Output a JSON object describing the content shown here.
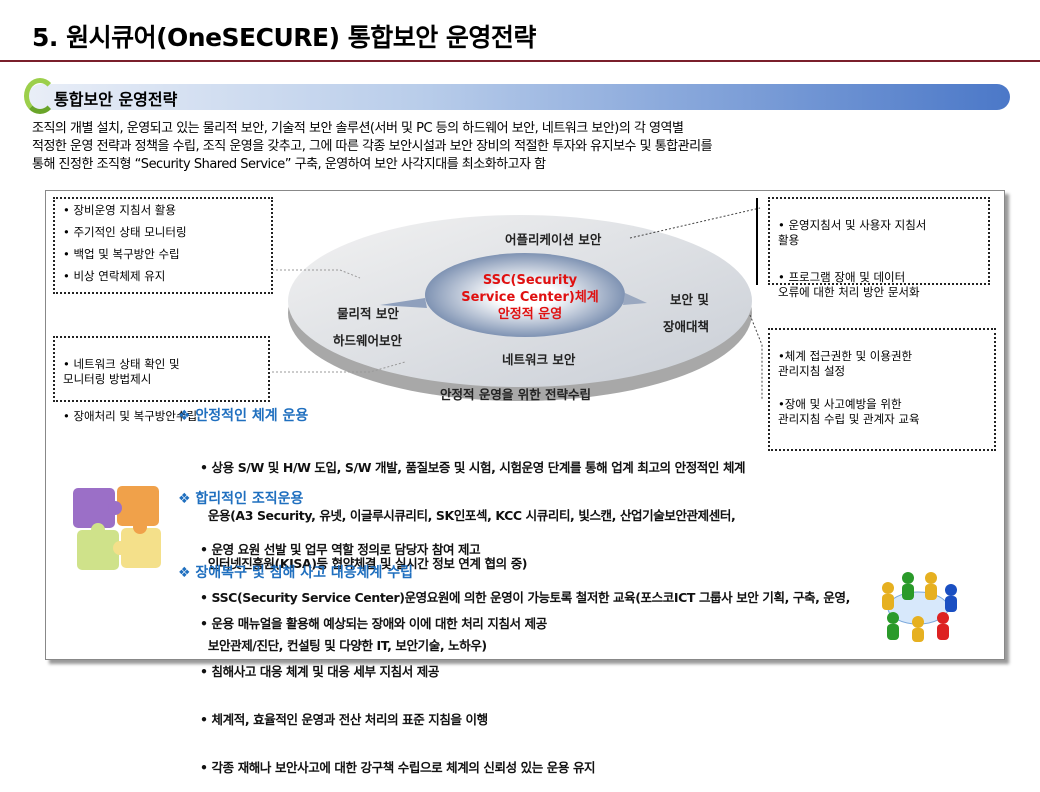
{
  "title": "5. 원시큐어(OneSECURE) 통합보안 운영전략",
  "section_title": "통합보안 운영전략",
  "intro": [
    "조직의 개별 설치, 운영되고 있는 물리적 보안, 기술적 보안 솔루션(서버 및 PC 등의 하드웨어 보안, 네트워크 보안)의 각 영역별",
    "적정한 운영 전략과 정책을 수립, 조직 운영을 갖추고, 그에 따른 각종 보안시설과 보안 장비의 적절한 투자와 유지보수 및 통합관리를",
    "통해 진정한 조직형 “Security Shared Service” 구축, 운영하여 보안 사각지대를 최소화하고자 함"
  ],
  "boxes": {
    "top_left": [
      "• 장비운영 지침서 활용",
      "• 주기적인 상태 모니터링",
      "• 백업 및 복구방안 수립",
      "• 비상 연락체제 유지"
    ],
    "bottom_left": [
      "• 네트워크 상태 확인 및\n  모니터링 방법제시",
      "• 장애처리 및 복구방안수립"
    ],
    "top_right": [
      "• 운영지침서 및 사용자 지침서\n  활용",
      "• 프로그램 장애 및 데이터\n  오류에 대한 처리 방안 문서화"
    ],
    "bottom_right": [
      "•체계 접근권한 및 이용권한\n 관리지침 설정",
      "•장애 및 사고예방을 위한\n 관리지침 수립 및 관계자 교육"
    ]
  },
  "diagram": {
    "app": "어플리케이션 보안",
    "physical": "물리적 보안",
    "hardware": "하드웨어보안",
    "security": "보안 및",
    "incident": "장애대책",
    "network": "네트워크 보안",
    "caption": "안정적 운영을 위한 전략수립",
    "center": [
      "SSC(Security",
      "Service Center)체계",
      "안정적 운영"
    ]
  },
  "sections": [
    {
      "heading": "❖ 안정적인 체계 운용",
      "items": [
        "• 상용 S/W 및 H/W 도입, S/W 개발, 품질보증 및 시험, 시험운영 단계를 통해 업계 최고의 안정적인 체계",
        "  운용(A3 Security, 유넷, 이글루시큐리티, SK인포섹, KCC 시큐리티, 빛스캔, 산업기술보안관제센터,",
        "  인터넷진흥원(KISA)등 협약체결 및 실시간 정보 연계 협의 중)"
      ]
    },
    {
      "heading": "❖ 합리적인 조직운용",
      "items": [
        "• 운영 요원 선발 및 업무 역할 정의로 담당자 참여 제고",
        "• SSC(Security Service Center)운영요원에 의한 운영이 가능토록 철저한 교육(포스코ICT 그룹사 보안 기획, 구축, 운영,",
        "  보안관제/진단, 컨설팅 및 다양한 IT, 보안기술, 노하우)"
      ]
    },
    {
      "heading": "❖ 장애복구 및 침해 사고 대응체계 수립",
      "items": [
        "• 운용 매뉴얼을 활용해 예상되는 장애와 이에 대한 처리 지침서 제공",
        "• 침해사고 대응 체계 및 대응 세부 지침서 제공",
        "• 체계적, 효율적인 운영과 전산 처리의 표준 지침을 이행",
        "• 각종 재해나 보안사고에 대한 강구책 수립으로 체계의 신뢰성 있는 운용 유지"
      ]
    }
  ]
}
